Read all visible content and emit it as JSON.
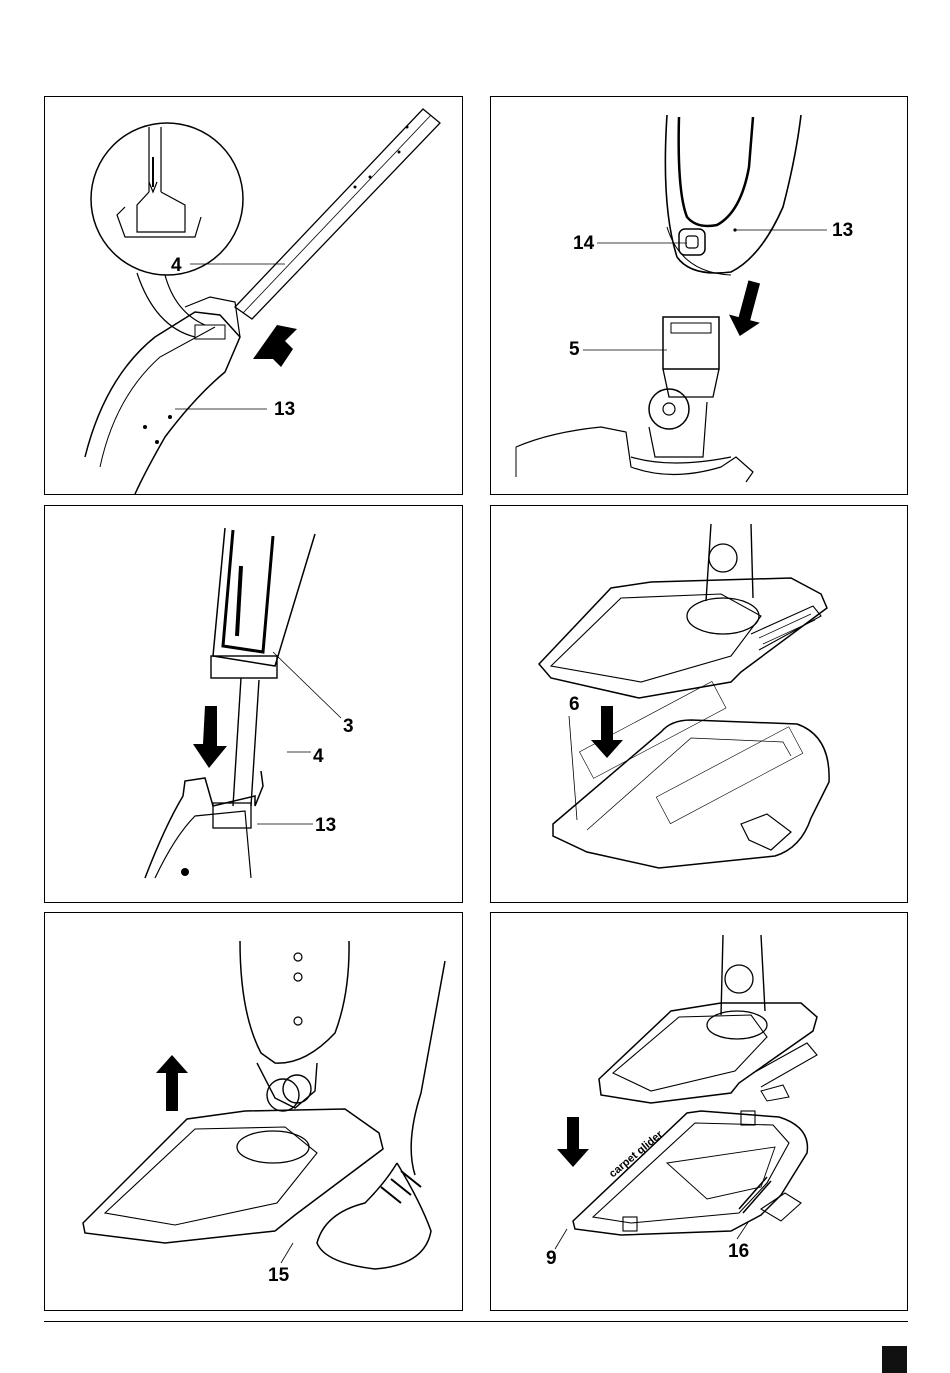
{
  "panels": [
    {
      "callouts": [
        "4",
        "13"
      ]
    },
    {
      "callouts": [
        "14",
        "13",
        "5"
      ]
    },
    {
      "callouts": [
        "3",
        "4",
        "13"
      ]
    },
    {
      "callouts": [
        "6"
      ]
    },
    {
      "callouts": [
        "15"
      ]
    },
    {
      "callouts": [
        "9",
        "16"
      ]
    }
  ],
  "product_texts": {
    "carpet_glider": "carpet glider"
  },
  "colors": {
    "ink": "#000000",
    "page_marker": "#111111"
  },
  "icons": [
    "arrow-down-left-icon",
    "arrow-down-icon",
    "arrow-up-icon"
  ]
}
